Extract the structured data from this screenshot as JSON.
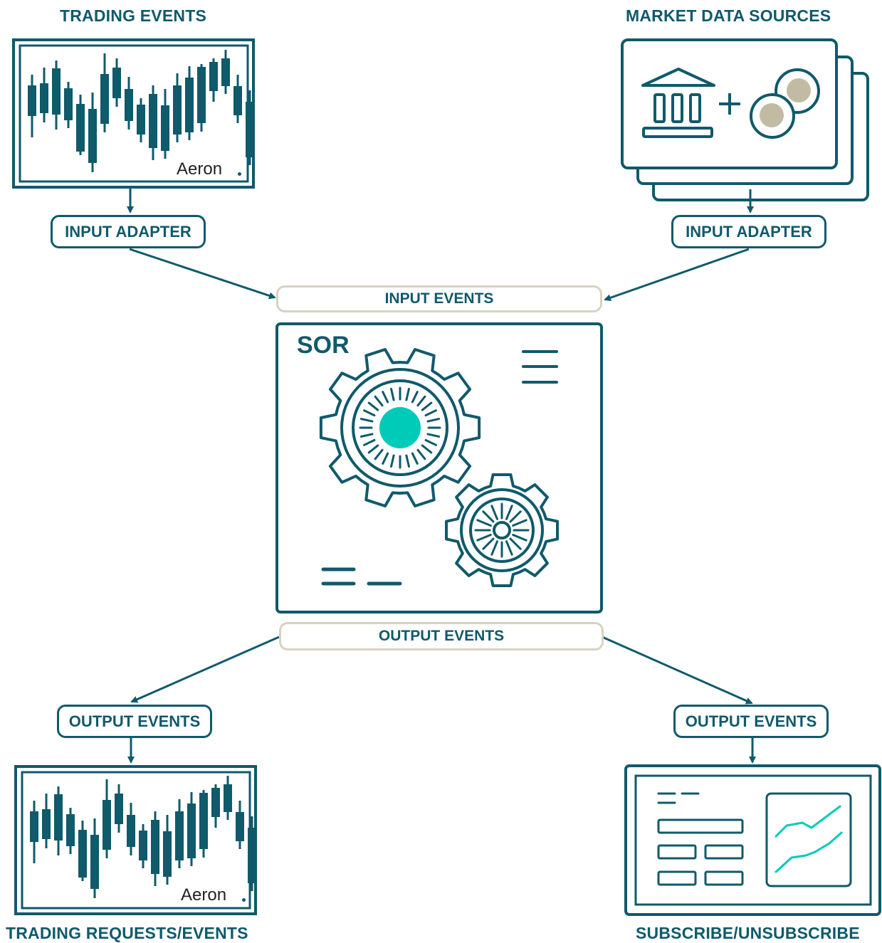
{
  "headings": {
    "trading_events": "TRADING EVENTS",
    "market_data_sources": "MARKET DATA SOURCES",
    "trading_requests": "TRADING REQUESTS/EVENTS",
    "subscribe": "SUBSCRIBE/UNSUBSCRIBE"
  },
  "adapters": {
    "left_input": "INPUT ADAPTER",
    "right_input": "INPUT ADAPTER",
    "left_output": "OUTPUT EVENTS",
    "right_output": "OUTPUT EVENTS"
  },
  "buses": {
    "input": "INPUT EVENTS",
    "output": "OUTPUT EVENTS"
  },
  "sor": {
    "title": "SOR"
  },
  "logos": {
    "aeron_top": "Aeron",
    "aeron_bottom": "Aeron"
  },
  "icons": {
    "market_data": [
      "bank-icon",
      "plus-icon",
      "coins-icon"
    ],
    "sor": [
      "large-gear-icon",
      "small-gear-icon",
      "menu-lines-icon"
    ],
    "subscribe": [
      "dashboard-icon",
      "line-chart-icon"
    ],
    "trading": [
      "candlestick-chart-icon"
    ]
  },
  "colors": {
    "primary": "#0f5a6b",
    "accent": "#00cbb8",
    "bus_border": "#d8d2c2",
    "coin": "#c2bba3"
  }
}
